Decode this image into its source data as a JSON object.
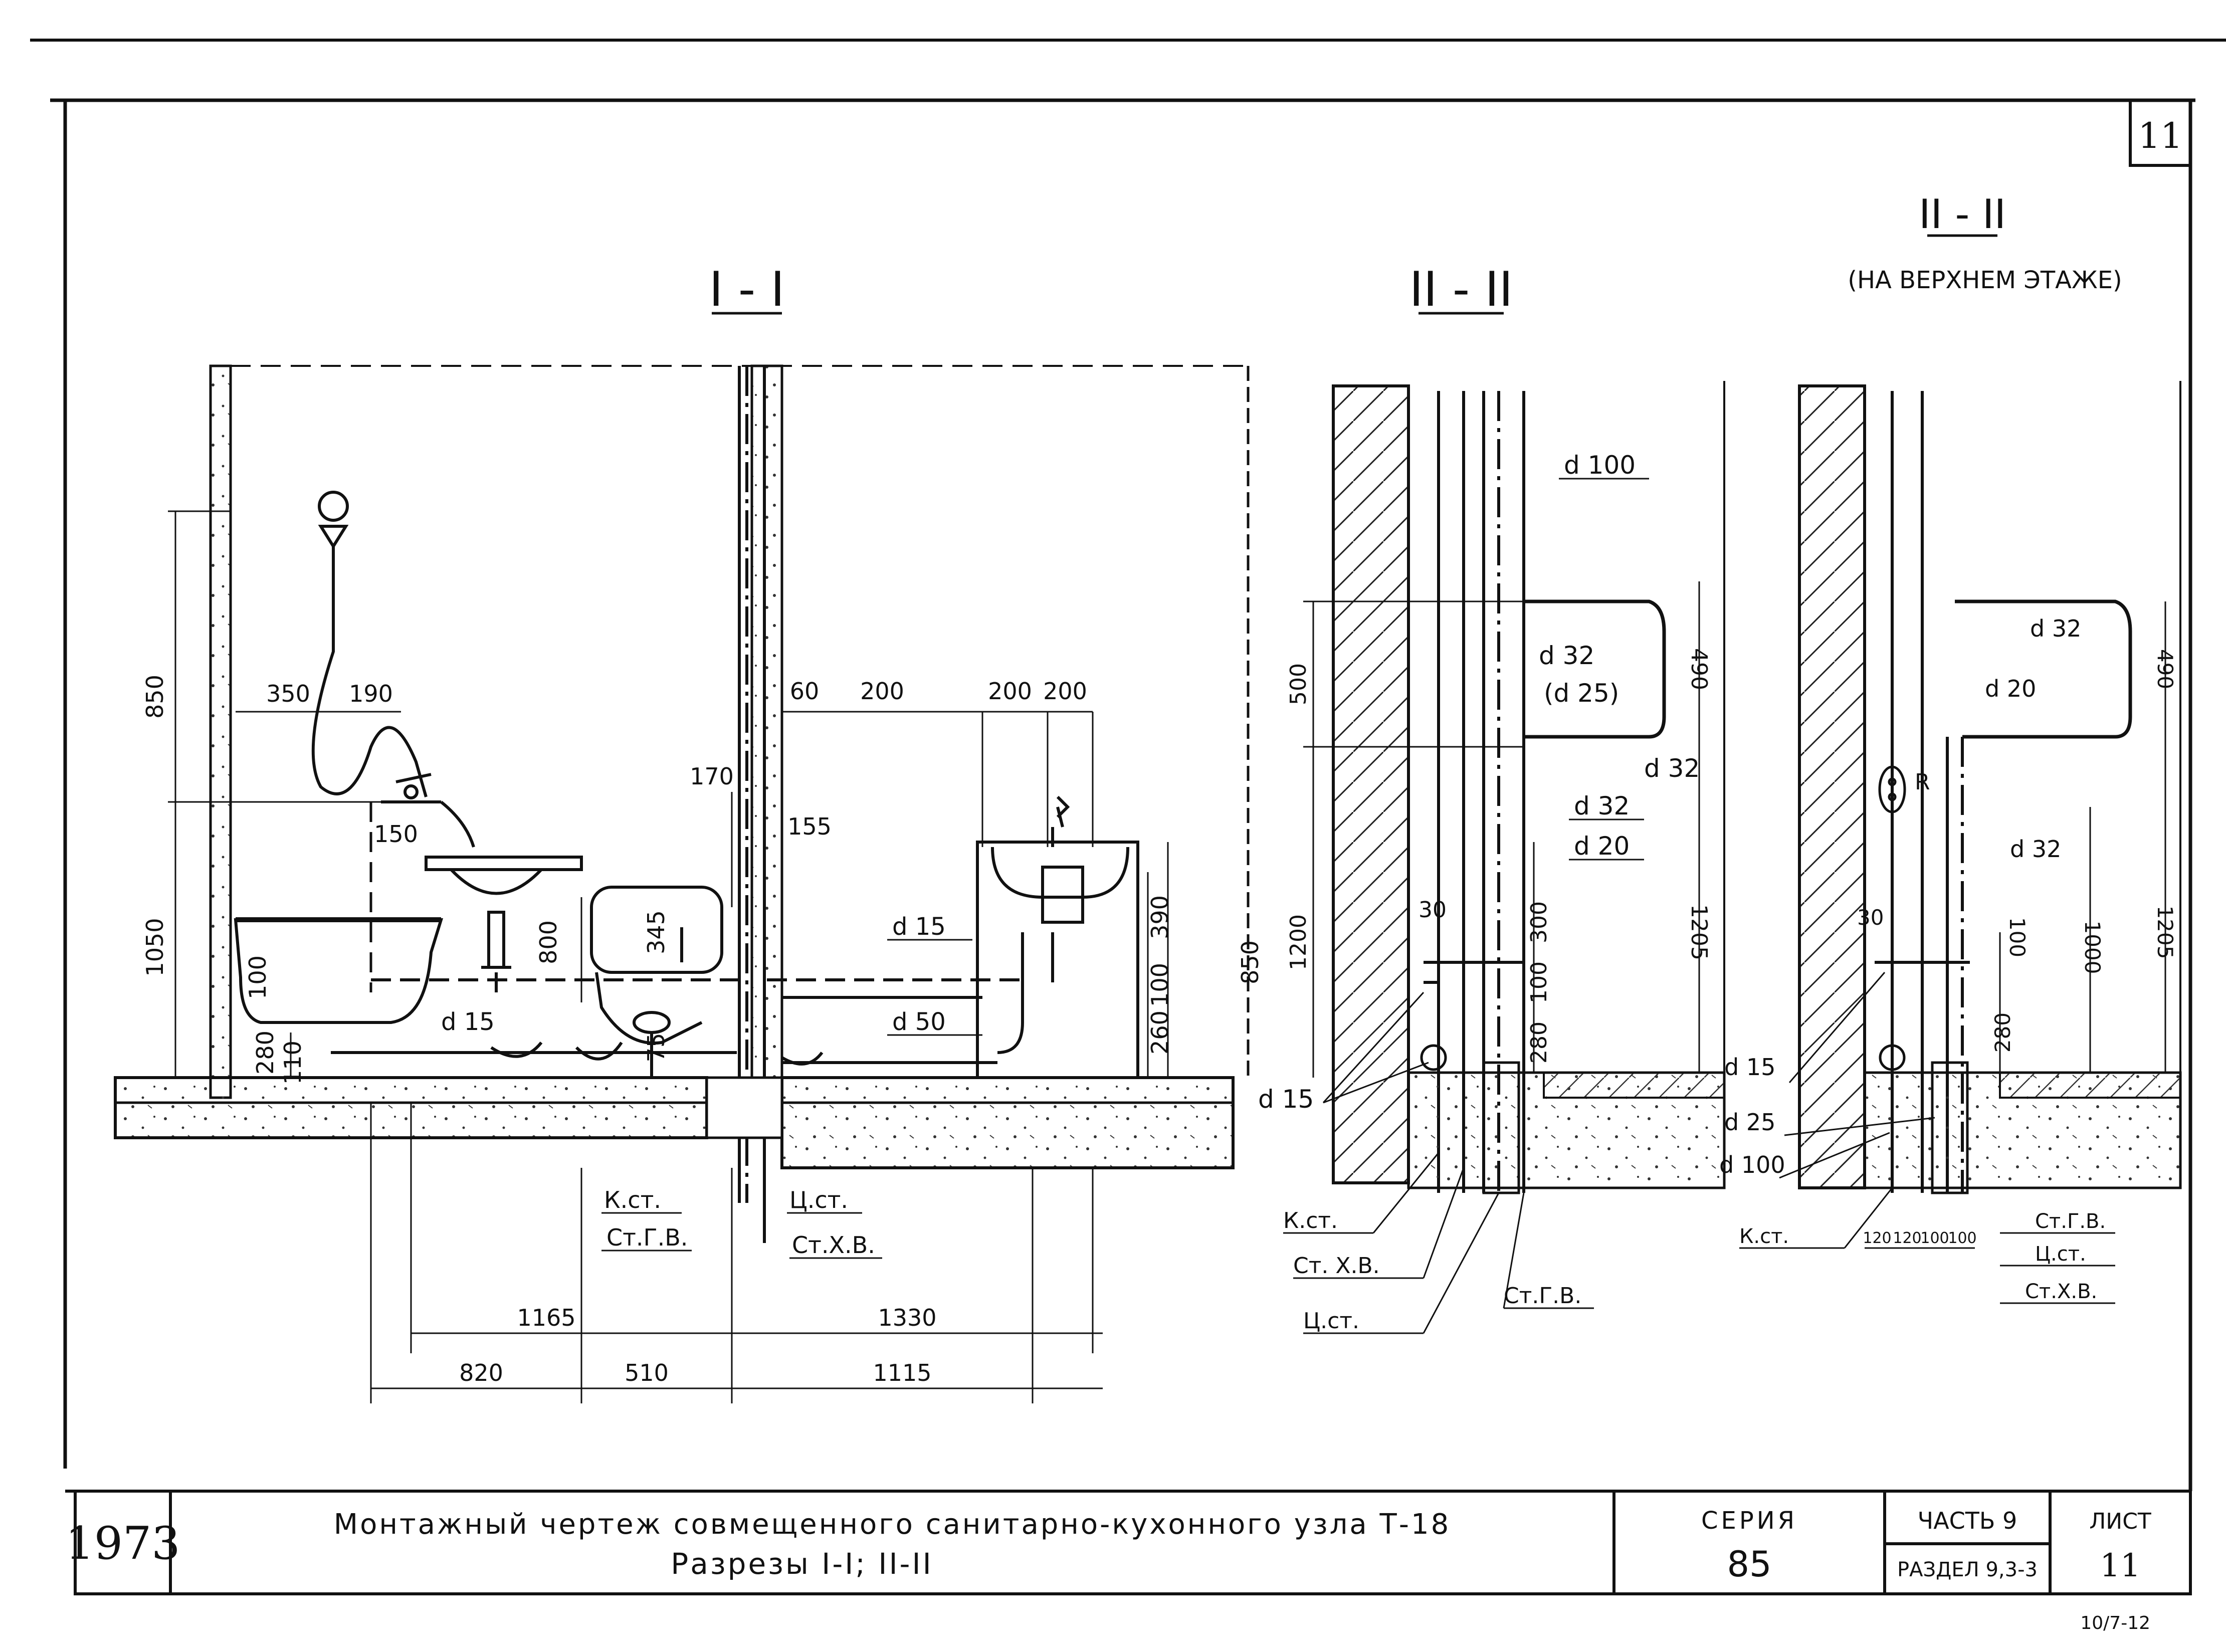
{
  "sheet": {
    "number_top": "11",
    "year": "1973",
    "title_line1": "Монтажный чертеж совмещенного санитарно-кухонного узла Т-18",
    "title_line2": "Разрезы I-I; II-II",
    "series_label": "СЕРИЯ",
    "series_value": "85",
    "part_label": "ЧАСТЬ 9",
    "section_label": "РАЗДЕЛ 9,3-3",
    "sheet_label": "ЛИСТ",
    "sheet_value": "11",
    "corner_note": "10/7-12"
  },
  "section1": {
    "title": "I - I",
    "dims": {
      "d850": "850",
      "d350": "350",
      "d190": "190",
      "d1050": "1050",
      "d150": "150",
      "d100": "100",
      "d280": "280",
      "d110": "110",
      "d800": "800",
      "d345": "345",
      "d75": "75",
      "d170": "170",
      "d60": "60",
      "d200a": "200",
      "d155": "155",
      "d200b": "200",
      "d200c": "200",
      "d390": "390",
      "d100b": "100",
      "d260": "260",
      "d850b": "850",
      "d1165": "1165",
      "d1330": "1330",
      "d820": "820",
      "d510": "510",
      "d1115": "1115"
    },
    "pipes": {
      "d15a": "d 15",
      "d15b": "d 15",
      "d50": "d 50"
    },
    "risers": {
      "k": "К.ст.",
      "g": "Ст.Г.В.",
      "c": "Ц.ст.",
      "x": "Ст.Х.В."
    }
  },
  "section2": {
    "title": "II - II",
    "dims": {
      "d500": "500",
      "d490": "490",
      "d1200": "1200",
      "d1205": "1205",
      "d300": "300",
      "d100": "100",
      "d280": "280",
      "d30": "30"
    },
    "pipes": {
      "d100": "d 100",
      "d32": "d 32",
      "d25": "(d 25)",
      "d32b": "d 32",
      "d32c": "d 32",
      "d20": "d 20",
      "d15": "d 15"
    },
    "risers": {
      "k": "К.ст.",
      "x": "Ст. Х.В.",
      "c": "Ц.ст.",
      "g": "Ст.Г.В."
    }
  },
  "section3": {
    "title": "II - II",
    "subtitle": "(НА ВЕРХНЕМ ЭТАЖЕ)",
    "dims": {
      "d490": "490",
      "d1205": "1205",
      "d1000": "1000",
      "d100": "100",
      "d280": "280",
      "d30": "30",
      "d120a": "120",
      "d120b": "120",
      "d100a": "100",
      "d100b": "100"
    },
    "pipes": {
      "d32": "d 32",
      "d20": "d 20",
      "d32b": "d 32",
      "d15": "d 15",
      "d25": "d 25",
      "d100": "d 100"
    },
    "meter": "R",
    "risers": {
      "k": "К.ст.",
      "g": "Ст.Г.В.",
      "c": "Ц.ст.",
      "x": "Ст.Х.В."
    }
  }
}
